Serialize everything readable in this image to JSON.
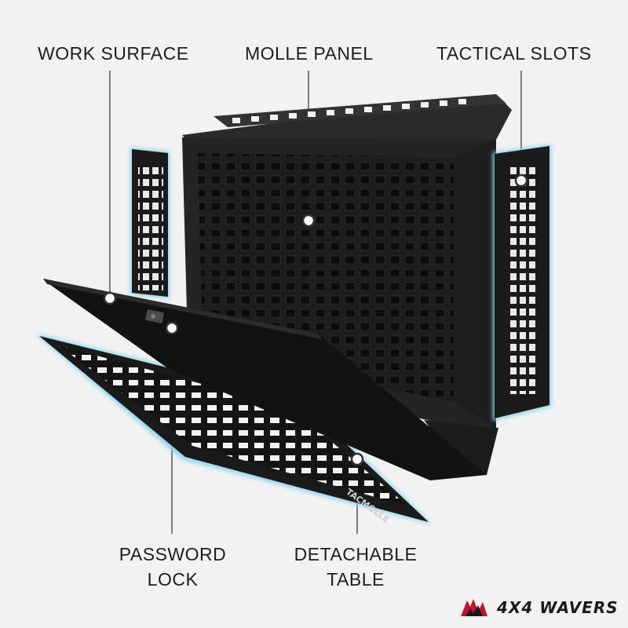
{
  "labels": {
    "work_surface": "WORK SURFACE",
    "molle_panel": "MOLLE PANEL",
    "tactical_slots": "TACTICAL SLOTS",
    "password_lock_line1": "PASSWORD",
    "password_lock_line2": "LOCK",
    "detachable_table_line1": "DETACHABLE",
    "detachable_table_line2": "TABLE"
  },
  "product": {
    "table_engraving": "TACMOLLE"
  },
  "brand": {
    "name": "4X4 WAVERS",
    "icon": "wave-logo-icon",
    "accent_color": "#c8102e"
  },
  "colors": {
    "background": "#f2f2f2",
    "metal": "#1a1a1a",
    "highlight_glow": "#8fd3ec",
    "callout_line": "#555555"
  }
}
